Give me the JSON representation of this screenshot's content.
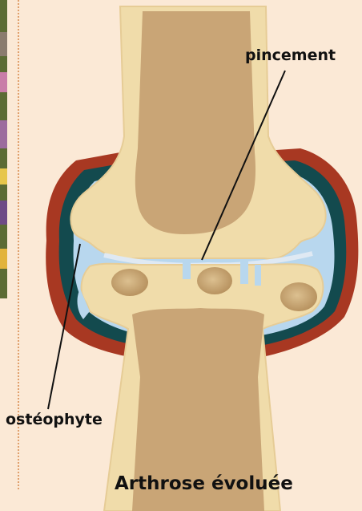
{
  "labels": {
    "pincement": "pincement",
    "osteophyte": "ostéophyte",
    "title": "Arthrose évoluée"
  },
  "colors": {
    "background": "#fbe9d6",
    "bone": "#f0dcaa",
    "bone_outline": "#e6cc96",
    "marrow": "#c9a576",
    "synovial_fluid": "#b8d7ee",
    "capsule_inner": "#134a4e",
    "capsule_outer": "#a83822"
  }
}
